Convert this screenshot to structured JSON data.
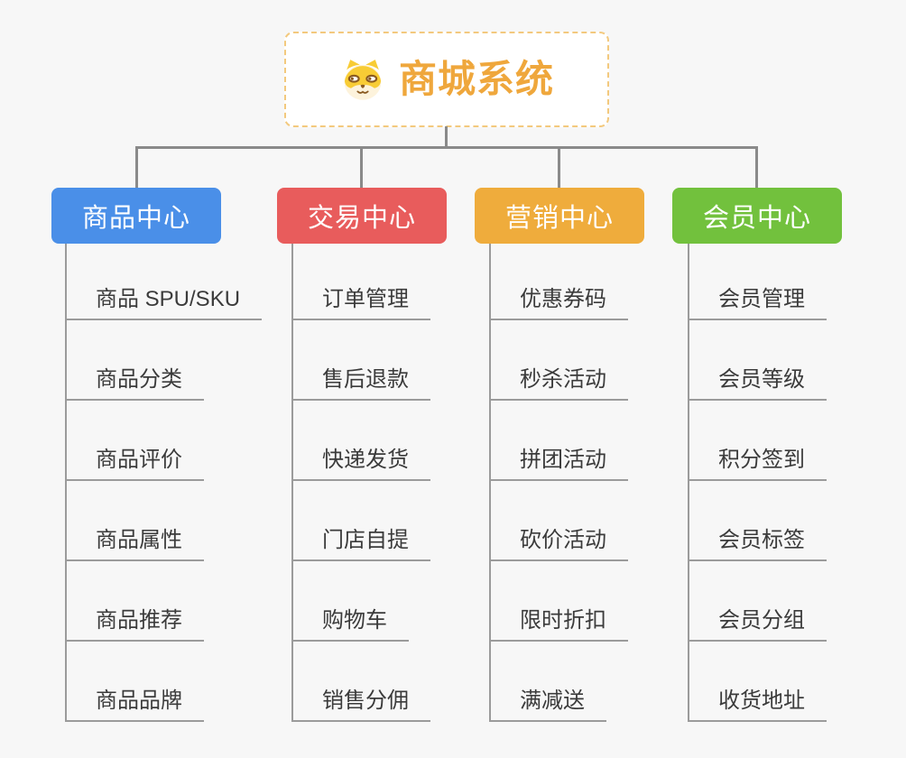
{
  "root": {
    "title": "商城系统",
    "title_color": "#efa73c",
    "icon": "shiba-dog-icon",
    "border_color": "#f3c97e"
  },
  "branches": [
    {
      "label": "商品中心",
      "color": "#4a8fe8",
      "items": [
        "商品 SPU/SKU",
        "商品分类",
        "商品评价",
        "商品属性",
        "商品推荐",
        "商品品牌"
      ]
    },
    {
      "label": "交易中心",
      "color": "#e85c5c",
      "items": [
        "订单管理",
        "售后退款",
        "快递发货",
        "门店自提",
        "购物车",
        "销售分佣"
      ]
    },
    {
      "label": "营销中心",
      "color": "#efac3c",
      "items": [
        "优惠券码",
        "秒杀活动",
        "拼团活动",
        "砍价活动",
        "限时折扣",
        "满减送"
      ]
    },
    {
      "label": "会员中心",
      "color": "#72c13d",
      "items": [
        "会员管理",
        "会员等级",
        "积分签到",
        "会员标签",
        "会员分组",
        "收货地址"
      ]
    }
  ],
  "colors": {
    "background": "#f7f7f7",
    "connector_line": "#8a8a8a",
    "child_line": "#9b9b9b",
    "item_text": "#3b3b3b"
  }
}
